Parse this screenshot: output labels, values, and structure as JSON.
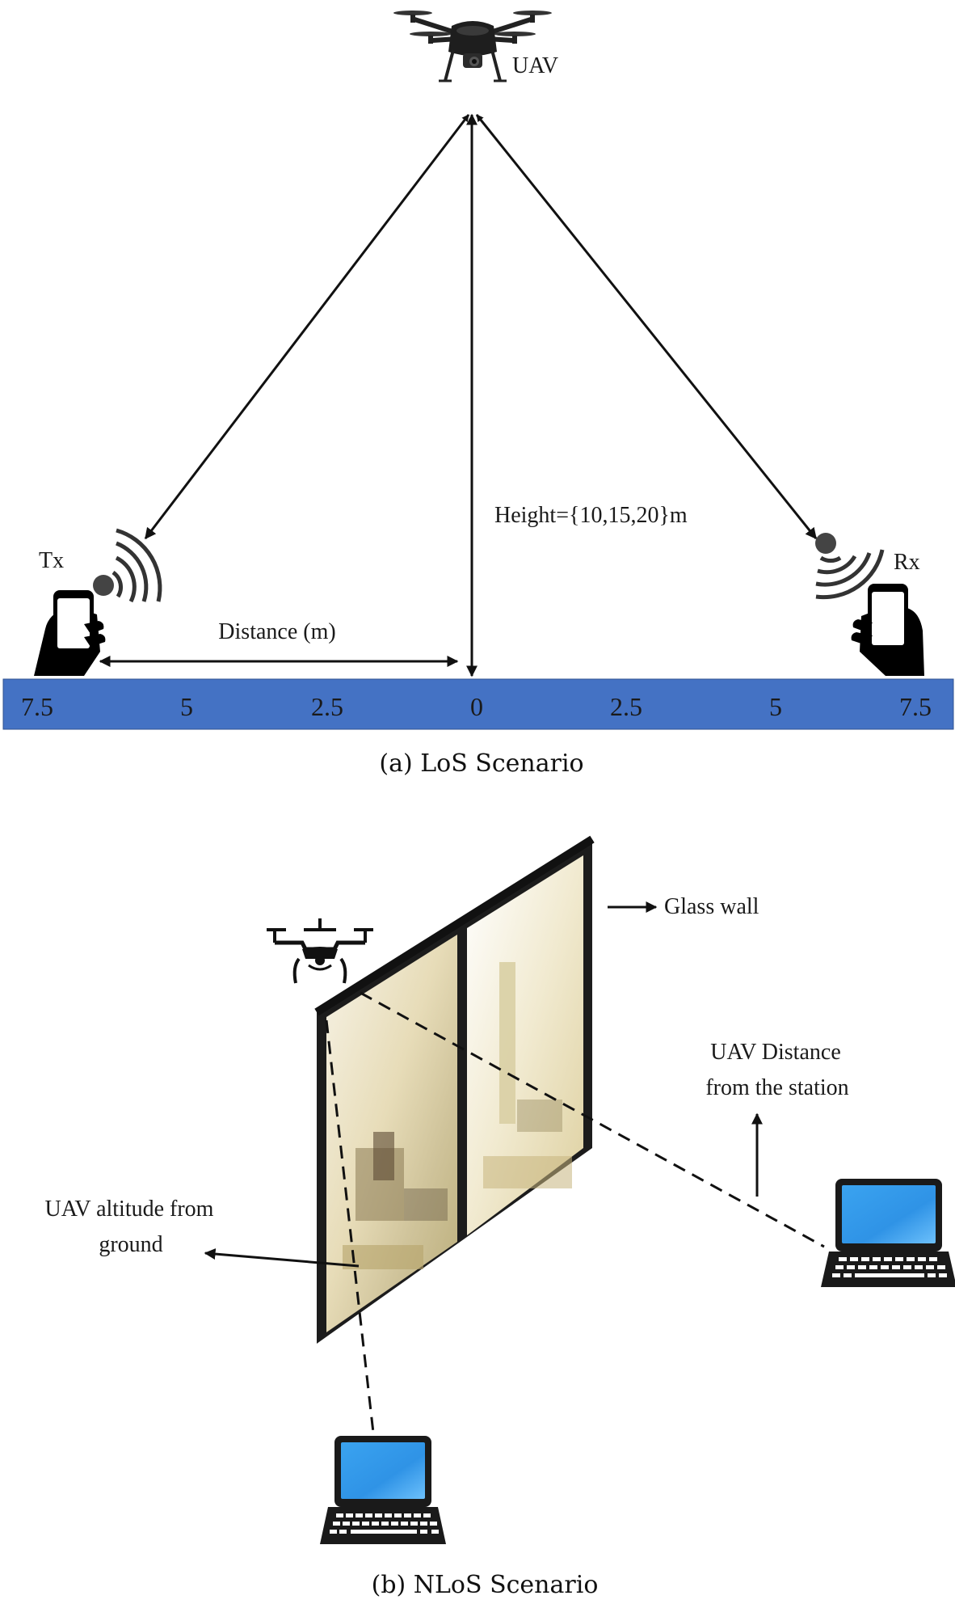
{
  "los": {
    "uav_label": "UAV",
    "tx_label": "Tx",
    "rx_label": "Rx",
    "height_label": "Height={10,15,20}m",
    "distance_label": "Distance (m)",
    "ground_ticks": [
      "7.5",
      "5",
      "2.5",
      "0",
      "2.5",
      "5",
      "7.5"
    ],
    "ground_color": "#4472c4",
    "caption": "(a) LoS Scenario"
  },
  "nlos": {
    "glass_wall_label": "Glass wall",
    "uav_distance_label": [
      "UAV Distance",
      "from the station"
    ],
    "uav_altitude_label": [
      "UAV altitude from",
      "ground"
    ],
    "caption": "(b) NLoS Scenario"
  }
}
